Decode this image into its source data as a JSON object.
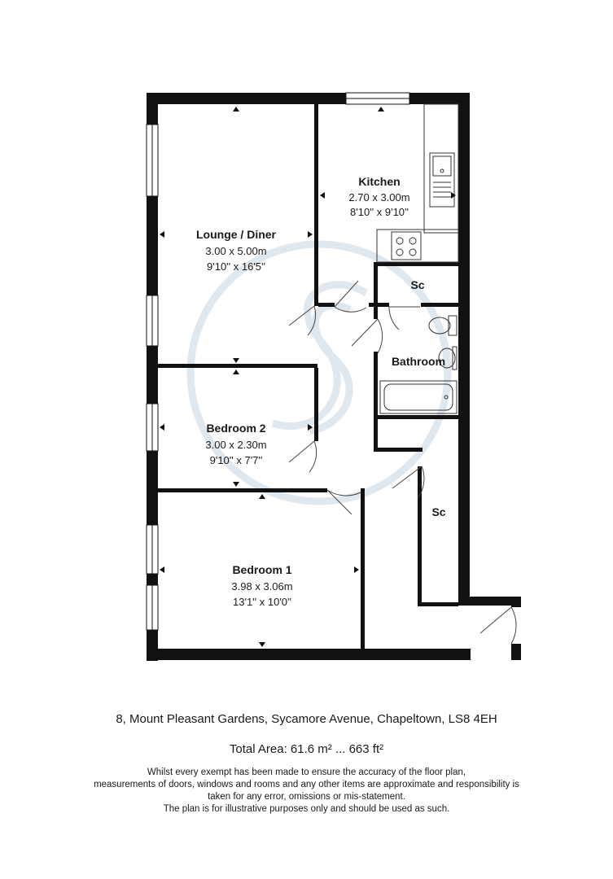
{
  "rooms": [
    {
      "name": "Lounge / Diner",
      "metric": "3.00 x 5.00m",
      "imperial": "9'10'' x 16'5''"
    },
    {
      "name": "Kitchen",
      "metric": "2.70 x 3.00m",
      "imperial": "8'10'' x 9'10''"
    },
    {
      "name": "Bedroom 2",
      "metric": "3.00 x 2.30m",
      "imperial": "9'10'' x 7'7''"
    },
    {
      "name": "Bedroom 1",
      "metric": "3.98 x 3.06m",
      "imperial": "13'1'' x 10'0''"
    },
    {
      "name": "Bathroom"
    },
    {
      "name": "Sc"
    },
    {
      "name": "Sc"
    }
  ],
  "address": "8, Mount Pleasant Gardens, Sycamore Avenue, Chapeltown, LS8 4EH",
  "total_area": "Total Area: 61.6 m² ... 663 ft²",
  "disclaimer": [
    "Whilst every exempt has been made to ensure the accuracy of the floor plan,",
    "measurements of doors, windows and rooms and any other items are approximate and responsibility is",
    "taken for any error, omissions or mis-statement.",
    "The plan is for illustrative purposes only and should be used as such."
  ],
  "colors": {
    "wall": "#111111",
    "watermark": "#dfe7ef"
  }
}
